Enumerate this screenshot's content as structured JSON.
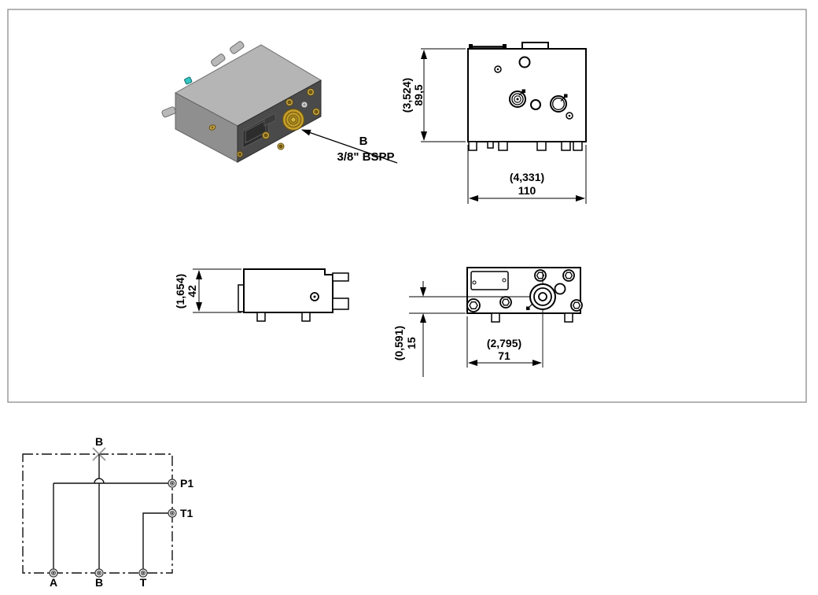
{
  "document": {
    "type": "hydraulic-manifold-technical-drawing",
    "colors": {
      "frame_border": "#8c8c8c",
      "line": "#000000",
      "block_top": "#b5b5b5",
      "block_left": "#8f8f8f",
      "block_front": "#4a4a4a",
      "brass": "#c9a22e",
      "brass_dark": "#7a5f10",
      "teal_accent": "#35c4c4",
      "plug_x_mark": "#8f8f8f"
    }
  },
  "iso_view": {
    "callout": {
      "line1": "B",
      "line2": "3/8\" BSPP"
    }
  },
  "top_view": {
    "dim_vertical": {
      "inch": "(3,524)",
      "mm": "89,5"
    },
    "dim_horizontal": {
      "inch": "(4,331)",
      "mm": "110"
    }
  },
  "side_view": {
    "dim_vertical": {
      "inch": "(1,654)",
      "mm": "42"
    }
  },
  "front_view": {
    "dim_vertical": {
      "inch": "(0,591)",
      "mm": "15"
    },
    "dim_horizontal": {
      "inch": "(2,795)",
      "mm": "71"
    }
  },
  "schematic": {
    "plugged_port_label": "B",
    "p1_label": "P1",
    "t1_label": "T1",
    "a_label": "A",
    "b_label": "B",
    "t_label": "T"
  }
}
